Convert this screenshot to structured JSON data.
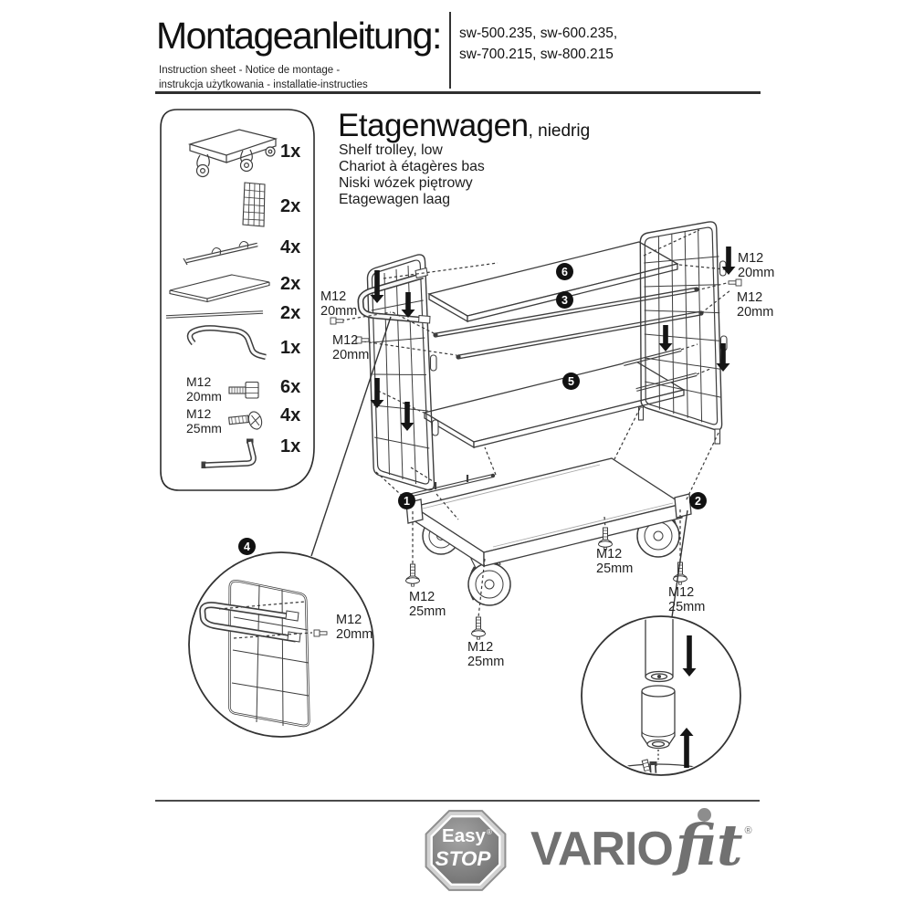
{
  "header": {
    "title": "Montageanleitung:",
    "subtitle_line1": "Instruction sheet - Notice de montage  -",
    "subtitle_line2": "instrukcja użytkowania - installatie-instructies",
    "sku_line1": "sw-500.235, sw-600.235,",
    "sku_line2": "sw-700.215, sw-800.215"
  },
  "product": {
    "title_main": "Etagenwagen",
    "title_suffix": ", niedrig",
    "subtitle_en": "Shelf trolley, low",
    "subtitle_fr": "Chariot à étagères bas",
    "subtitle_pl": "Niski wózek piętrowy",
    "subtitle_nl": "Etagewagen laag"
  },
  "parts_list": {
    "items": [
      {
        "icon": "platform-trolley",
        "qty": "1x"
      },
      {
        "icon": "mesh-panel",
        "qty": "2x"
      },
      {
        "icon": "shelf-rail",
        "qty": "4x"
      },
      {
        "icon": "shelf-board",
        "qty": "2x"
      },
      {
        "icon": "round-tube",
        "qty": "2x"
      },
      {
        "icon": "push-handle",
        "qty": "1x"
      },
      {
        "icon": "hex-bolt",
        "qty": "6x",
        "size_line1": "M12",
        "size_line2": "20mm"
      },
      {
        "icon": "countersunk-screw",
        "qty": "4x",
        "size_line1": "M12",
        "size_line2": "25mm"
      },
      {
        "icon": "allen-key",
        "qty": "1x"
      }
    ]
  },
  "diagram": {
    "callouts": [
      {
        "n": "1"
      },
      {
        "n": "2"
      },
      {
        "n": "3"
      },
      {
        "n": "4"
      },
      {
        "n": "5"
      },
      {
        "n": "6"
      }
    ],
    "labels": [
      {
        "line1": "M12",
        "line2": "20mm"
      },
      {
        "line1": "M12",
        "line2": "20mm"
      },
      {
        "line1": "M12",
        "line2": "20mm"
      },
      {
        "line1": "M12",
        "line2": "20mm"
      },
      {
        "line1": "M12",
        "line2": "25mm"
      },
      {
        "line1": "M12",
        "line2": "25mm"
      },
      {
        "line1": "M12",
        "line2": "25mm"
      },
      {
        "line1": "M12",
        "line2": "25mm"
      },
      {
        "line1": "M12",
        "line2": "20mm"
      }
    ]
  },
  "footer": {
    "easystop": {
      "word1": "Easy",
      "word2": "STOP",
      "reg": "®"
    },
    "variofit": {
      "word1": "VARIO",
      "word2": "fit",
      "reg": "®"
    }
  },
  "colors": {
    "line_art": "#3d3d3d",
    "logo_gray": "#717171",
    "octagon_gray": "#7e7e7e"
  }
}
